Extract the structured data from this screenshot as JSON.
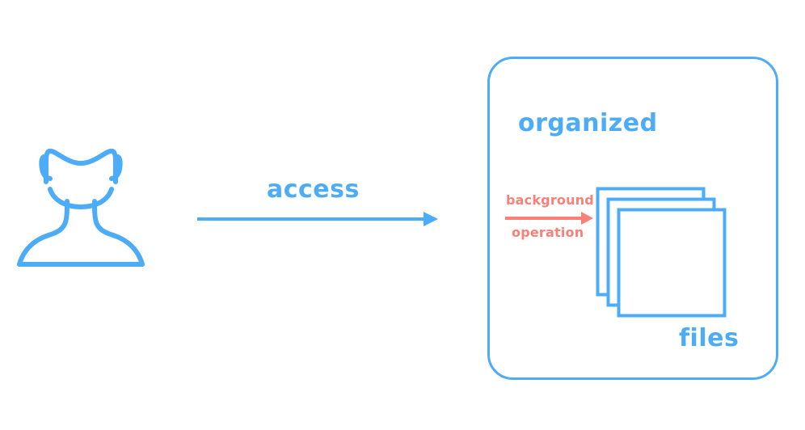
{
  "diagram": {
    "title": "access to organized files with background operation",
    "colors": {
      "blue": "#4DACF7",
      "salmon": "#F98077",
      "background": "#FFFFFF"
    },
    "actor": {
      "icon_name": "person-silhouette-icon",
      "stroke": "#4DACF7"
    },
    "flow": {
      "arrow_label": "access",
      "arrow_color": "#4DACF7"
    },
    "container": {
      "label_top": "organized",
      "label_bottom": "files",
      "stroke": "#4DACF7",
      "corner_radius": 30
    },
    "inner_process": {
      "label_above": "background",
      "label_below": "operation",
      "arrow_color": "#F98077"
    },
    "file_stack": {
      "icon_name": "stacked-files-icon",
      "count": 3,
      "stroke": "#4DACF7"
    }
  }
}
